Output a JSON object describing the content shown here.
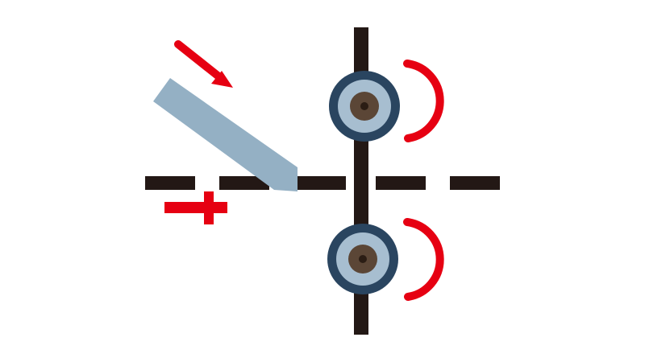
{
  "diagram": {
    "background": "#ffffff",
    "colors": {
      "axis": "#231815",
      "accent_red": "#e60012",
      "tool": "#94b0c4",
      "roller_ring": "#2a4560",
      "roller_face": "#a7bed0",
      "hub": "#5b4636",
      "hub_center": "#2b1d14"
    },
    "elements": {
      "force_arrow": {
        "icon": "arrow-down-right-icon",
        "direction": "down-right"
      },
      "tool": {
        "icon": "blade-tool",
        "angle_deg": 35
      },
      "polarity_sign": {
        "icon": "plus-sign-icon",
        "symbol": "+"
      },
      "upper_roller": {
        "icon": "roller-icon",
        "rotation_indicator": "clockwise-arc"
      },
      "lower_roller": {
        "icon": "roller-icon",
        "rotation_indicator": "clockwise-arc"
      },
      "horizontal_axis": {
        "style": "dashed"
      },
      "vertical_axis": {
        "style": "solid"
      }
    }
  }
}
